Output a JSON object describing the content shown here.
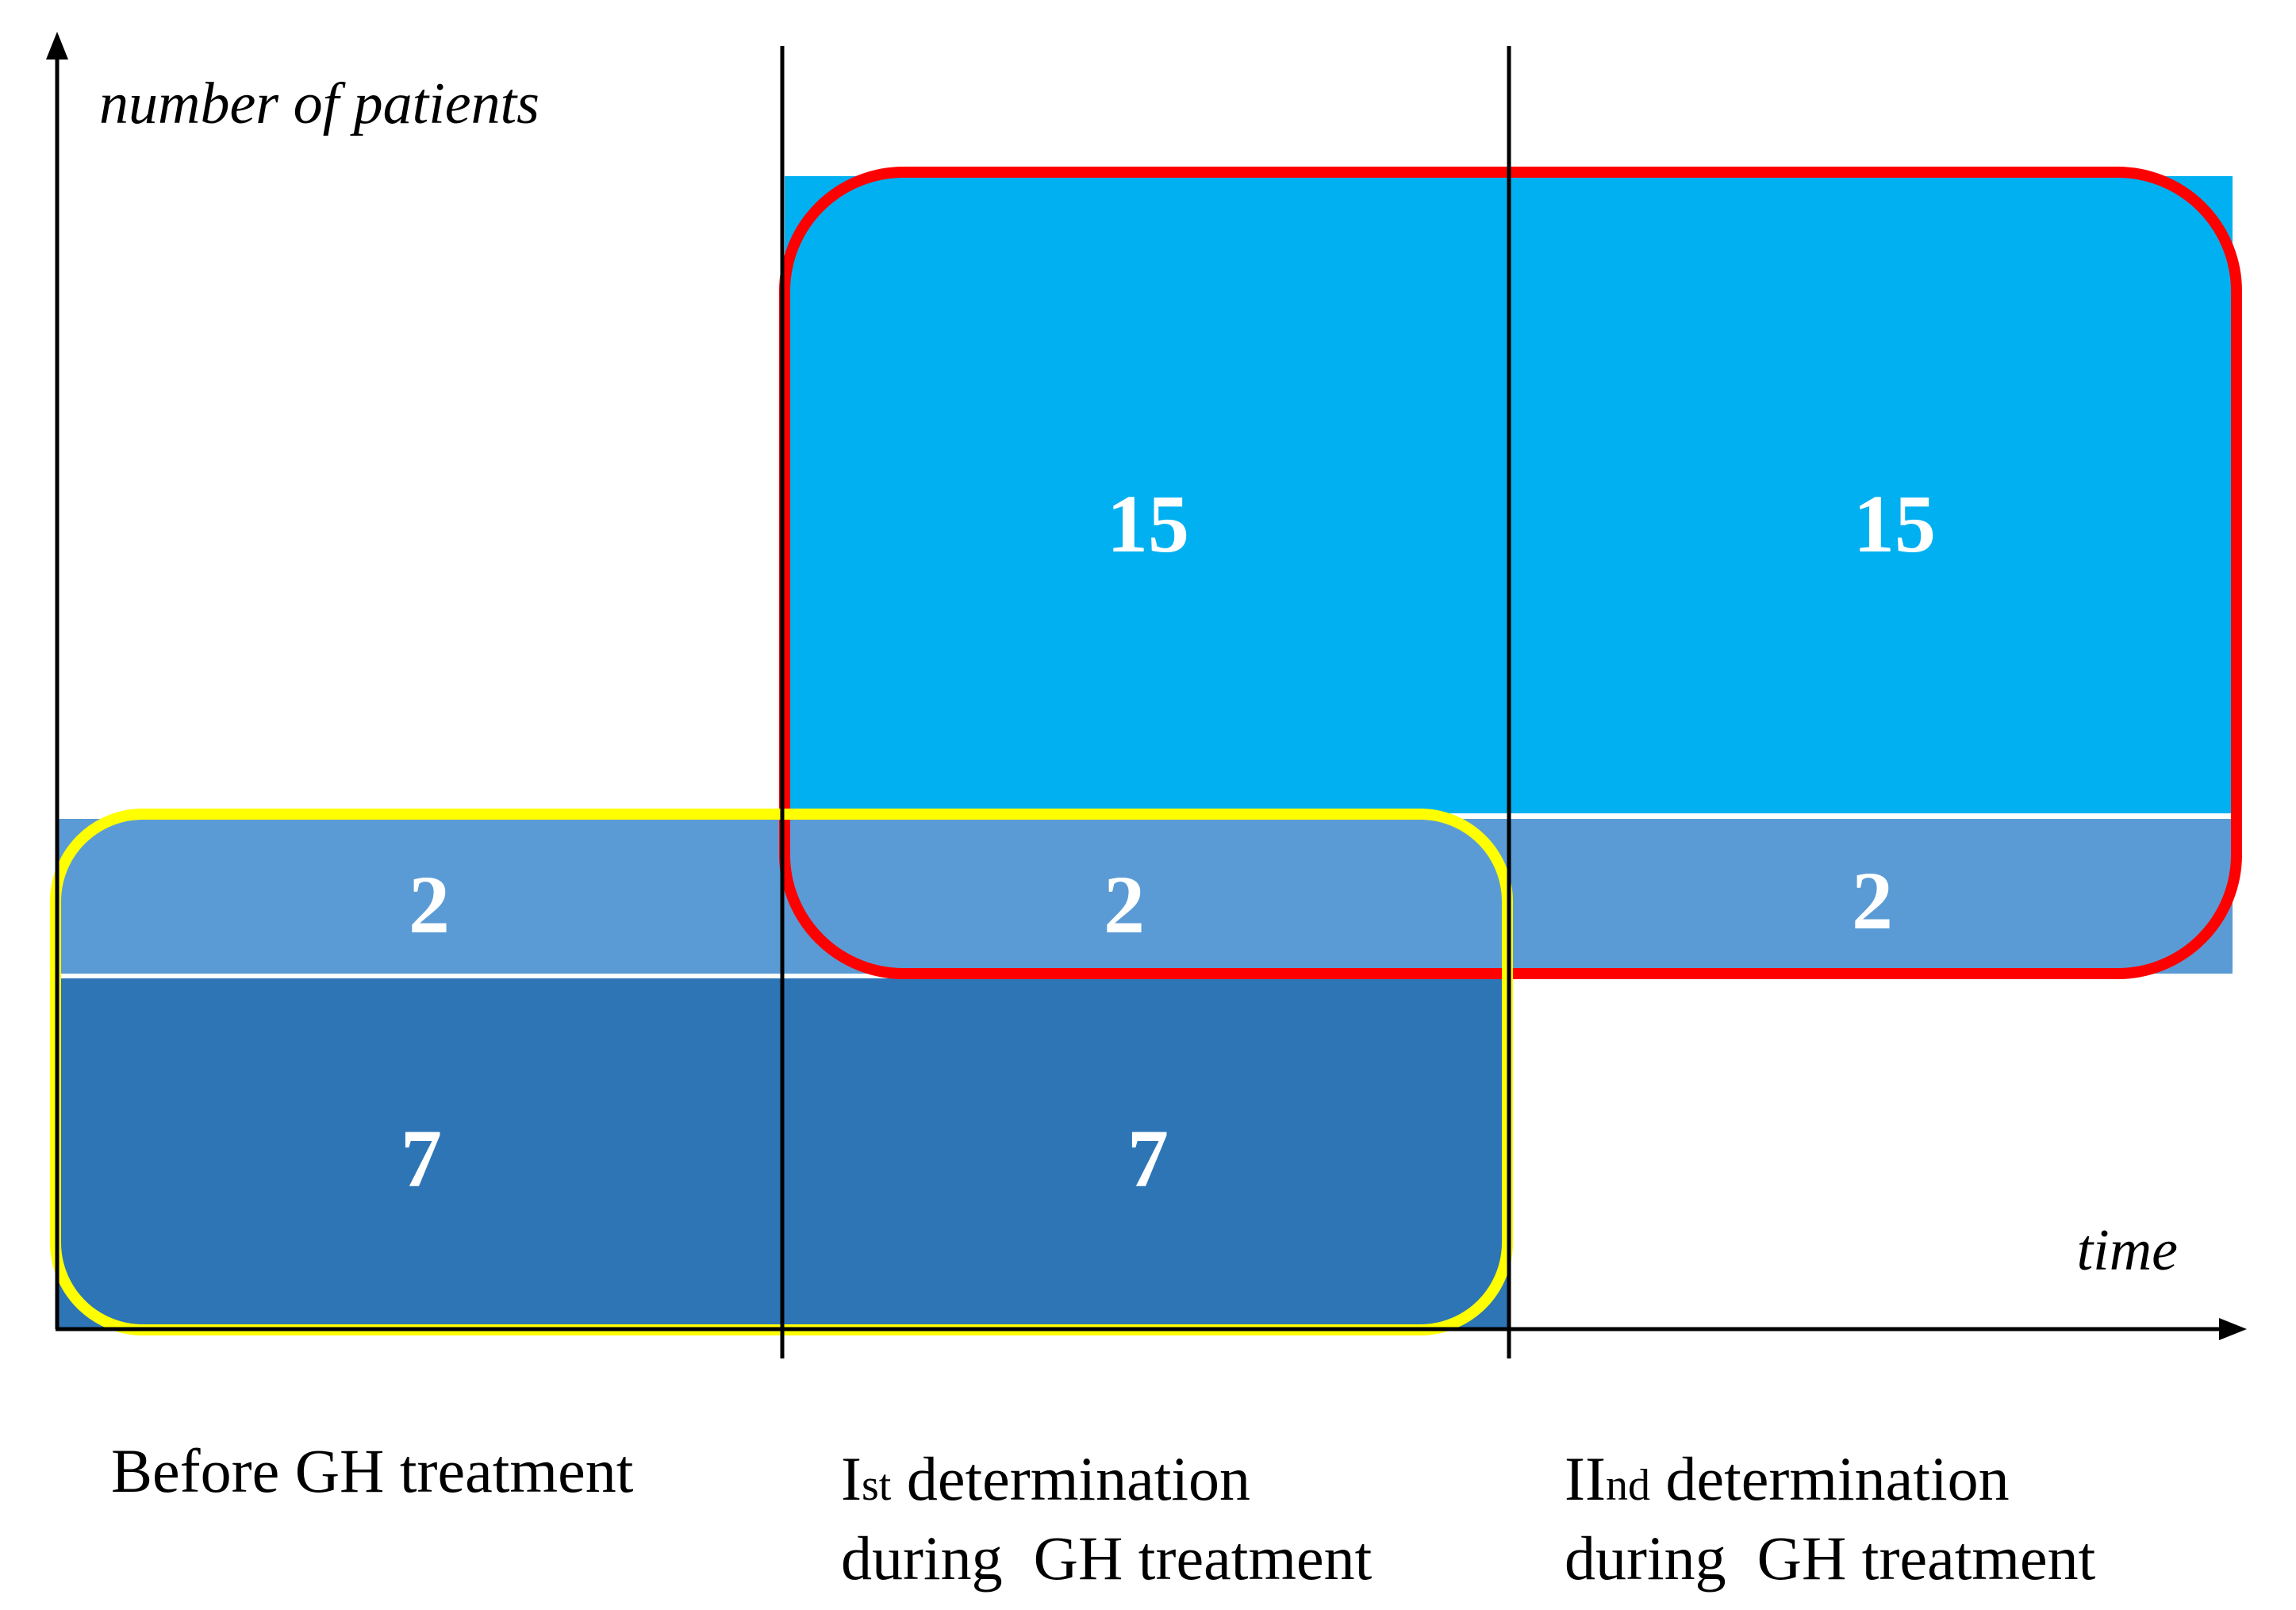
{
  "axes": {
    "y_label": "number of patients",
    "x_label": "time"
  },
  "periods": [
    {
      "id": "before",
      "line1": "Before GH treatment",
      "line2": ""
    },
    {
      "id": "first",
      "line1_prefix": "I",
      "line1_sub": "st",
      "line1_rest": " determination",
      "line2": "during  GH treatment"
    },
    {
      "id": "second",
      "line1_prefix": "II",
      "line1_sub": "nd",
      "line1_rest": " determination",
      "line2": "during  GH treatment"
    }
  ],
  "cells": {
    "before_mid": "2",
    "before_bottom": "7",
    "first_top": "15",
    "first_mid": "2",
    "first_bottom": "7",
    "second_top": "15",
    "second_mid": "2"
  },
  "colors": {
    "top_group": "#00B0F0",
    "mid_group": "#5B9BD5",
    "bottom_group": "#2E75B6",
    "red_outline": "#FF0000",
    "yellow_outline": "#FFFF00",
    "axis": "#000000",
    "cell_text": "#FFFFFF"
  }
}
